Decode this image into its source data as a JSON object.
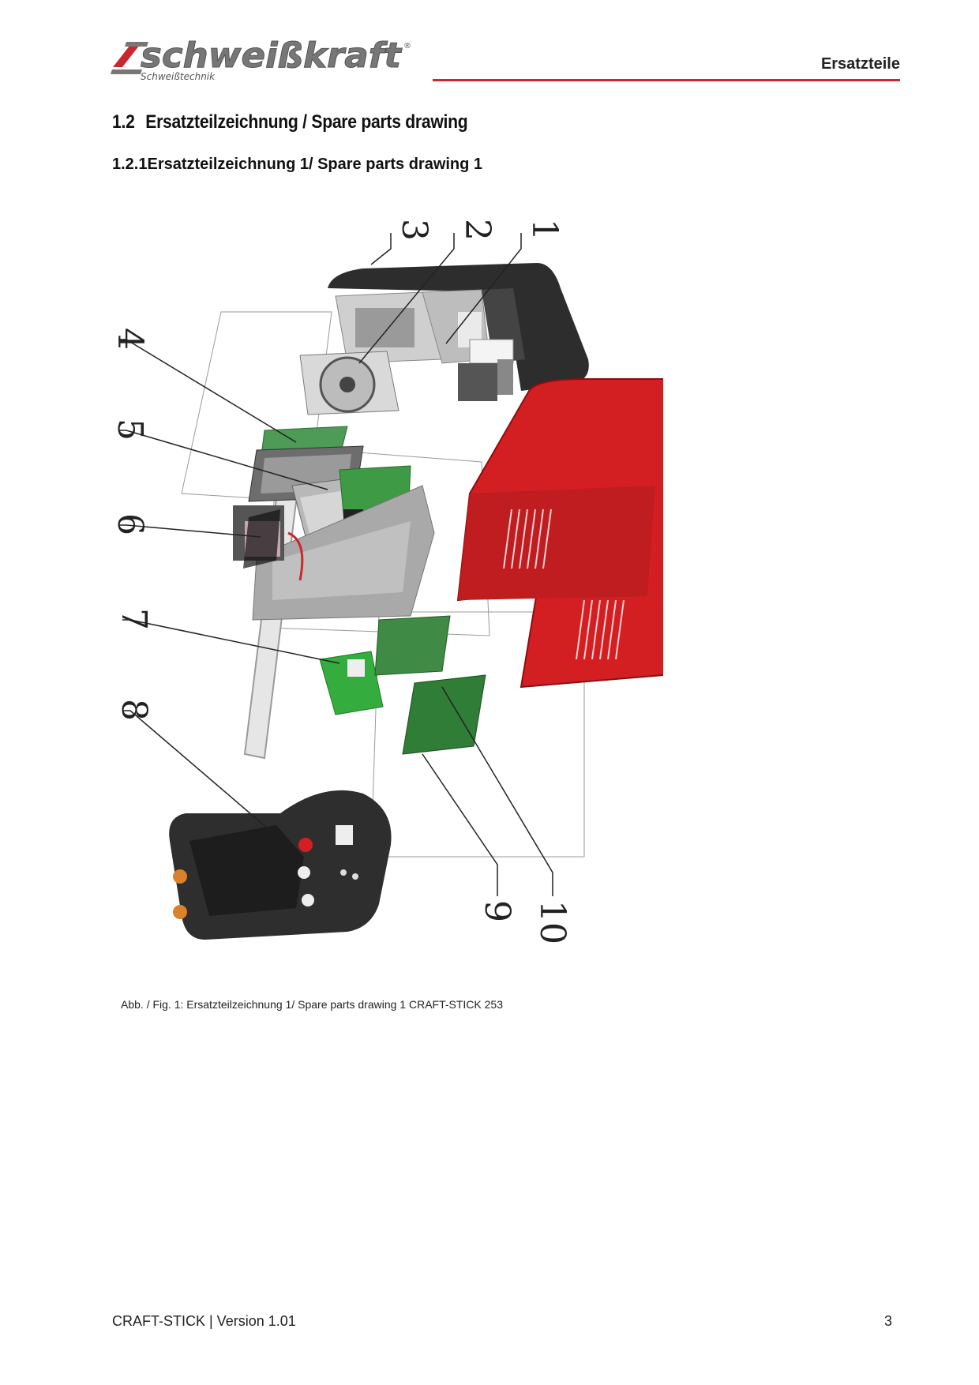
{
  "header": {
    "logo_text": "schweißkraft",
    "logo_subtext": "Schweißtechnik",
    "logo_mark": "®",
    "section_title": "Ersatzteile",
    "accent_color": "#c8282d"
  },
  "heading": {
    "number": "1.2",
    "title": "Ersatzteilzeichnung / Spare parts drawing"
  },
  "subheading": {
    "number": "1.2.1",
    "title": "Ersatzteilzeichnung 1/ Spare parts drawing 1"
  },
  "figure": {
    "callouts": [
      "1",
      "2",
      "3",
      "4",
      "5",
      "6",
      "7",
      "8",
      "9",
      "10"
    ],
    "caption": "Abb. / Fig. 1: Ersatzteilzeichnung 1/ Spare parts drawing 1 CRAFT-STICK 253"
  },
  "footer": {
    "doc_version": "CRAFT-STICK | Version 1.01",
    "page_number": "3"
  }
}
